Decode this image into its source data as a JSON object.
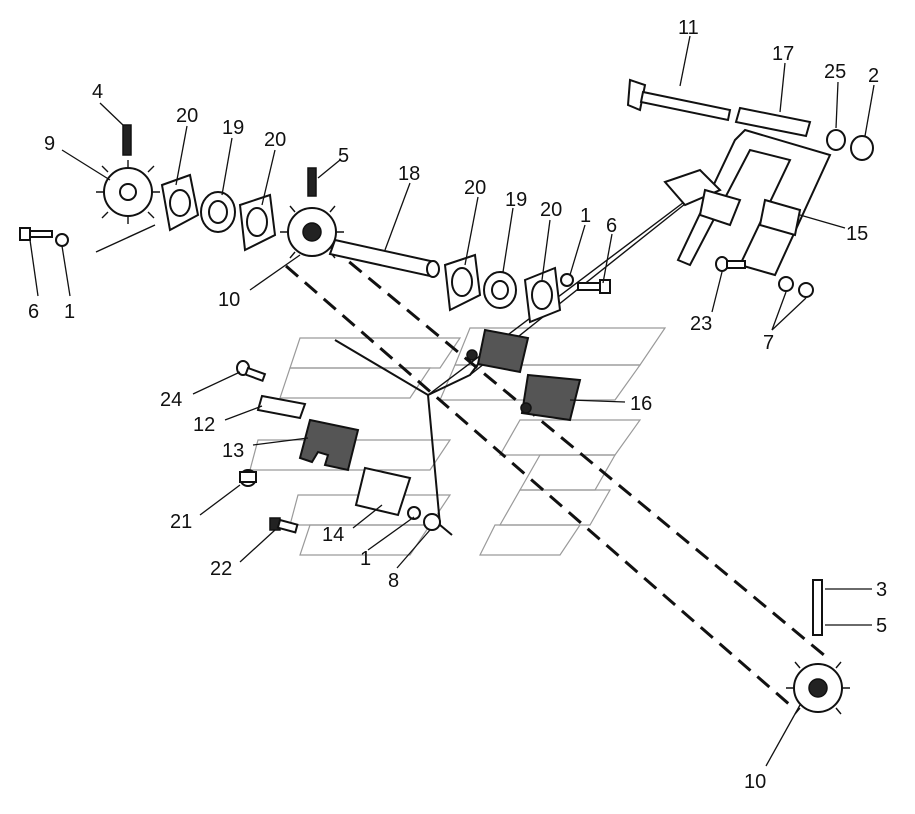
{
  "diagram": {
    "labels": [
      {
        "id": "lbl-4",
        "text": "4"
      },
      {
        "id": "lbl-9",
        "text": "9"
      },
      {
        "id": "lbl-20a",
        "text": "20"
      },
      {
        "id": "lbl-19a",
        "text": "19"
      },
      {
        "id": "lbl-20b",
        "text": "20"
      },
      {
        "id": "lbl-5a",
        "text": "5"
      },
      {
        "id": "lbl-18",
        "text": "18"
      },
      {
        "id": "lbl-20c",
        "text": "20"
      },
      {
        "id": "lbl-19b",
        "text": "19"
      },
      {
        "id": "lbl-20d",
        "text": "20"
      },
      {
        "id": "lbl-1a",
        "text": "1"
      },
      {
        "id": "lbl-6a",
        "text": "6"
      },
      {
        "id": "lbl-11",
        "text": "11"
      },
      {
        "id": "lbl-17",
        "text": "17"
      },
      {
        "id": "lbl-25",
        "text": "25"
      },
      {
        "id": "lbl-2",
        "text": "2"
      },
      {
        "id": "lbl-15",
        "text": "15"
      },
      {
        "id": "lbl-6b",
        "text": "6"
      },
      {
        "id": "lbl-1b",
        "text": "1"
      },
      {
        "id": "lbl-10a",
        "text": "10"
      },
      {
        "id": "lbl-23",
        "text": "23"
      },
      {
        "id": "lbl-7",
        "text": "7"
      },
      {
        "id": "lbl-24",
        "text": "24"
      },
      {
        "id": "lbl-16",
        "text": "16"
      },
      {
        "id": "lbl-12",
        "text": "12"
      },
      {
        "id": "lbl-13",
        "text": "13"
      },
      {
        "id": "lbl-21",
        "text": "21"
      },
      {
        "id": "lbl-14",
        "text": "14"
      },
      {
        "id": "lbl-1c",
        "text": "1"
      },
      {
        "id": "lbl-22",
        "text": "22"
      },
      {
        "id": "lbl-8",
        "text": "8"
      },
      {
        "id": "lbl-3",
        "text": "3"
      },
      {
        "id": "lbl-5b",
        "text": "5"
      },
      {
        "id": "lbl-10b",
        "text": "10"
      }
    ]
  }
}
